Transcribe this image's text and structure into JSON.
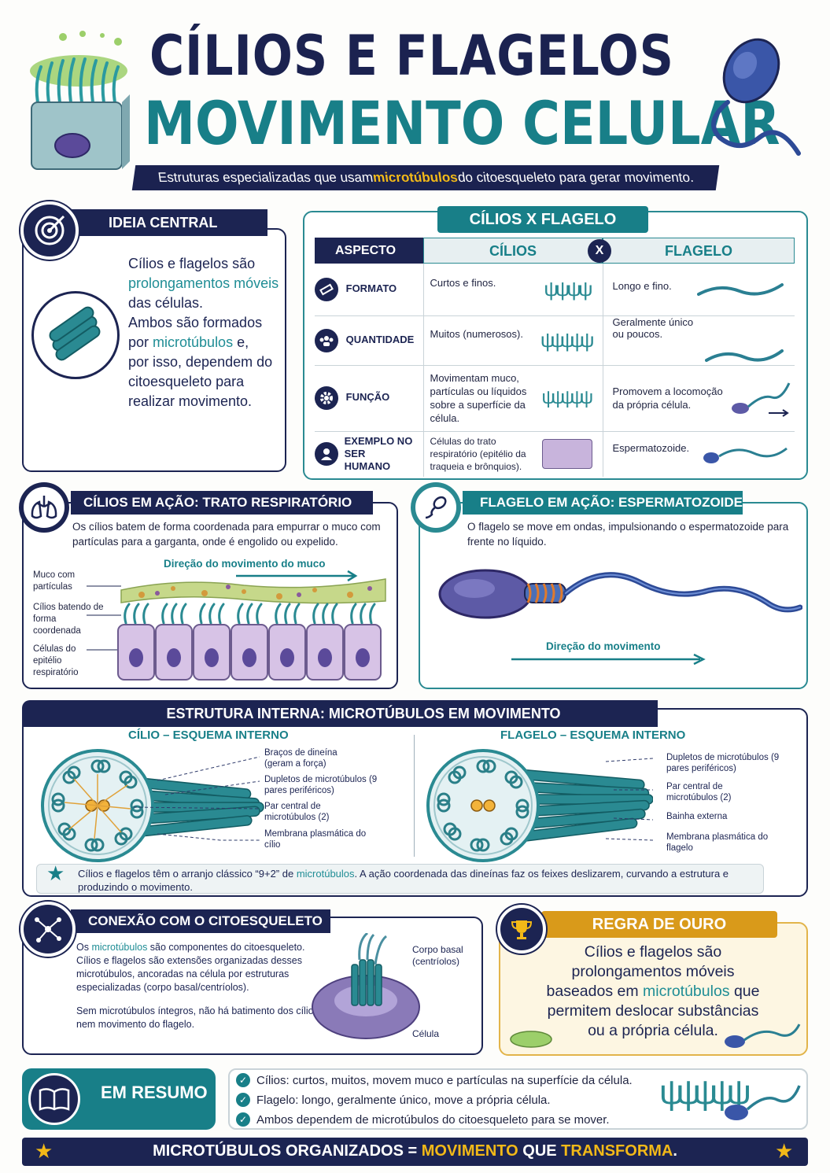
{
  "header": {
    "title_line1": "CÍLIOS E FLAGELOS",
    "title_line2": "MOVIMENTO CELULAR",
    "subtitle_pre": "Estruturas especializadas que usam ",
    "subtitle_hl": "microtúbulos",
    "subtitle_post": " do citoesqueleto para gerar movimento."
  },
  "ideia": {
    "tag": "IDEIA CENTRAL",
    "p1": "Cílios e flagelos são",
    "p2": "prolongamentos móveis",
    "p3": "das células.",
    "p4": "Ambos são formados",
    "p5a": "por ",
    "p5b": "microtúbulos",
    "p5c": " e,",
    "p6": "por isso, dependem do",
    "p7": "citoesqueleto para",
    "p8": "realizar movimento."
  },
  "compare": {
    "tag": "CÍLIOS X FLAGELO",
    "col_aspect": "ASPECTO",
    "col_cilios": "CÍLIOS",
    "col_x": "X",
    "col_flagelo": "FLAGELO",
    "rows": [
      {
        "aspect": "FORMATO",
        "cilios": "Curtos e finos.",
        "flagelo": "Longo e fino."
      },
      {
        "aspect": "QUANTIDADE",
        "cilios": "Muitos (numerosos).",
        "flagelo": "Geralmente único ou poucos."
      },
      {
        "aspect": "FUNÇÃO",
        "cilios": "Movimentam muco, partículas ou líquidos sobre a superfície da célula.",
        "flagelo": "Promovem a locomoção da própria célula."
      },
      {
        "aspect": "EXEMPLO NO SER HUMANO",
        "cilios": "Células do trato respiratório (epitélio da traqueia e brônquios).",
        "flagelo": "Espermatozoide."
      }
    ]
  },
  "cilios_acao": {
    "tag": "CÍLIOS EM AÇÃO: TRATO RESPIRATÓRIO",
    "text": "Os cílios batem de forma coordenada para empurrar o muco com partículas para a garganta, onde é engolido ou expelido.",
    "direction": "Direção do movimento do muco",
    "label_muco": "Muco com partículas",
    "label_cilios": "Cílios batendo de forma coordenada",
    "label_celulas": "Células do epitélio respiratório"
  },
  "flagelo_acao": {
    "tag": "FLAGELO EM AÇÃO: ESPERMATOZOIDE",
    "text": "O flagelo se move em ondas, impulsionando o espermatozoide para frente no líquido.",
    "direction": "Direção do movimento"
  },
  "estrutura": {
    "tag": "ESTRUTURA INTERNA: MICROTÚBULOS EM MOVIMENTO",
    "cilio_title": "CÍLIO – ESQUEMA INTERNO",
    "flagelo_title": "FLAGELO – ESQUEMA INTERNO",
    "cilio_labels": [
      "Braços de dineína (geram a força)",
      "Dupletos de microtúbulos (9 pares periféricos)",
      "Par central de microtúbulos (2)",
      "Membrana plasmática do cílio"
    ],
    "flagelo_labels": [
      "Dupletos de microtúbulos (9 pares periféricos)",
      "Par central de microtúbulos (2)",
      "Bainha externa",
      "Membrana plasmática do flagelo"
    ],
    "note_pre": "Cílios e flagelos têm o arranjo clássico “9+2” de ",
    "note_hl": "microtúbulos",
    "note_post": ". A ação coordenada das dineínas faz os feixes deslizarem, curvando a estrutura e produzindo o movimento."
  },
  "conexao": {
    "tag": "CONEXÃO COM O CITOESQUELETO",
    "p1_pre": "Os ",
    "p1_hl": "microtúbulos",
    "p1_post": " são componentes do citoesqueleto. Cílios e flagelos são extensões organizadas desses microtúbulos, ancoradas na célula por estruturas especializadas (corpo basal/centríolos).",
    "p2": "Sem microtúbulos íntegros, não há batimento dos cílios nem movimento do flagelo.",
    "label_corpo": "Corpo basal (centríolos)",
    "label_celula": "Célula"
  },
  "regra": {
    "tag": "REGRA DE OURO",
    "l1": "Cílios e flagelos são",
    "l2": "prolongamentos móveis",
    "l3a": "baseados em ",
    "l3b": "microtúbulos",
    "l3c": " que",
    "l4": "permitem deslocar substâncias",
    "l5": "ou a própria célula."
  },
  "resumo": {
    "tag": "EM RESUMO",
    "items": [
      "Cílios: curtos, muitos, movem muco e partículas na superfície da célula.",
      "Flagelo: longo, geralmente único, move a própria célula.",
      "Ambos dependem de microtúbulos do citoesqueleto para se mover."
    ]
  },
  "footer": {
    "pre": "MICROTÚBULOS ORGANIZADOS = ",
    "hl1": "MOVIMENTO",
    "mid": " QUE ",
    "hl2": "TRANSFORMA",
    "post": "."
  }
}
